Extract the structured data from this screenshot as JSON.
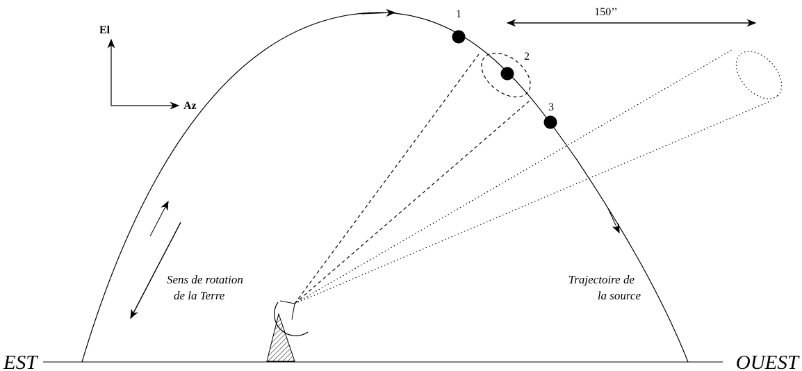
{
  "axes_legend": {
    "vertical_label": "El",
    "horizontal_label": "Az"
  },
  "beam_separation_label": "150’’",
  "position_markers": [
    {
      "label": "1"
    },
    {
      "label": "2"
    },
    {
      "label": "3"
    }
  ],
  "horizon": {
    "left_label": "EST",
    "right_label": "OUEST"
  },
  "rotation_caption": {
    "line1": "Sens de rotation",
    "line2": "de la Terre"
  },
  "trajectory_caption": {
    "line1": "Trajectoire de",
    "line2": "la source"
  },
  "colors": {
    "ink": "#000000",
    "background": "#ffffff",
    "hatch": "#000000"
  }
}
